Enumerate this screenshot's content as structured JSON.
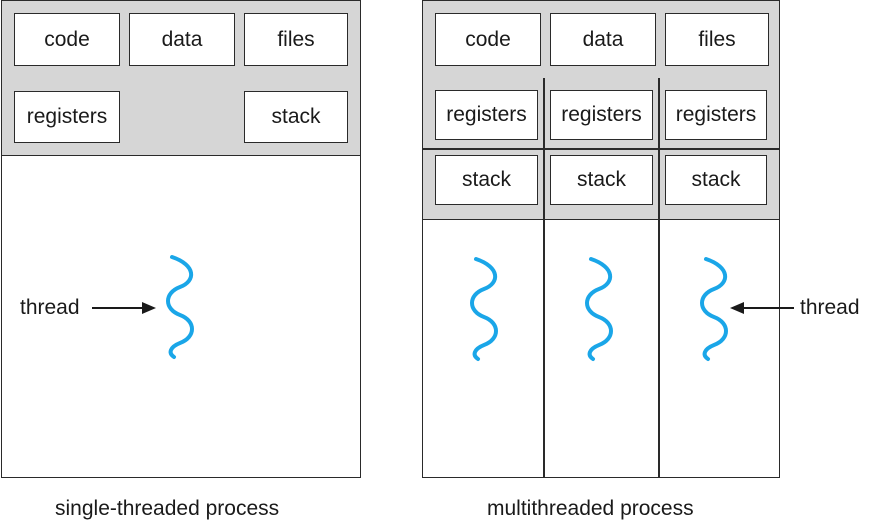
{
  "single": {
    "shared": [
      "code",
      "data",
      "files"
    ],
    "registers": "registers",
    "stack": "stack",
    "thread_label": "thread",
    "caption": "single-threaded process"
  },
  "multi": {
    "shared": [
      "code",
      "data",
      "files"
    ],
    "registers": [
      "registers",
      "registers",
      "registers"
    ],
    "stacks": [
      "stack",
      "stack",
      "stack"
    ],
    "thread_label": "thread",
    "caption": "multithreaded process"
  },
  "colors": {
    "thread": "#1aa6e8",
    "band": "#d6d6d6",
    "border": "#2a2a2a"
  },
  "icons": {
    "thread": "squiggle-thread-icon",
    "arrow": "arrow-icon"
  }
}
